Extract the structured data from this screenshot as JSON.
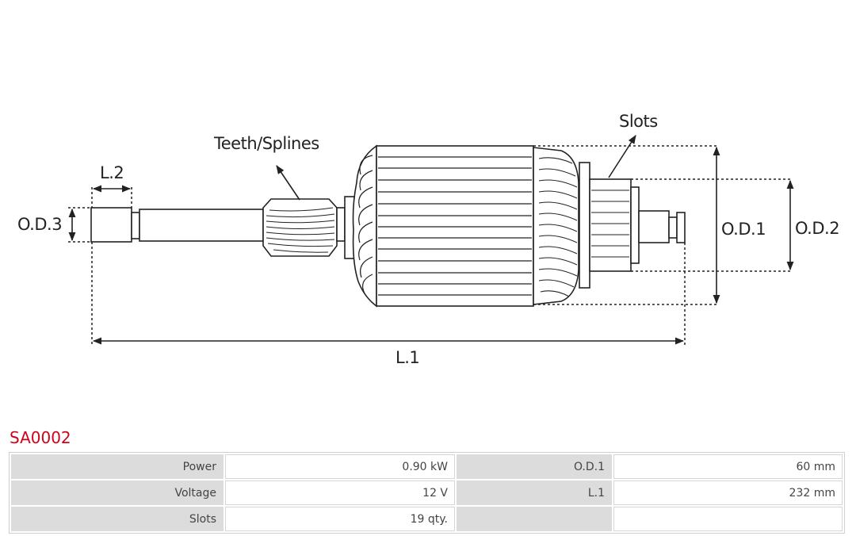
{
  "diagram": {
    "labels": {
      "teeth": "Teeth/Splines",
      "slots": "Slots",
      "l2": "L.2",
      "od3": "O.D.3",
      "od1": "O.D.1",
      "od2": "O.D.2",
      "l1": "L.1"
    }
  },
  "product": {
    "code": "SA0002",
    "colors": {
      "code": "#d0021b",
      "key_bg": "#dcdcdc"
    },
    "specs": [
      {
        "key1": "Power",
        "val1": "0.90 kW",
        "key2": "O.D.1",
        "val2": "60 mm"
      },
      {
        "key1": "Voltage",
        "val1": "12 V",
        "key2": "L.1",
        "val2": "232 mm"
      },
      {
        "key1": "Slots",
        "val1": "19 qty.",
        "key2": "",
        "val2": ""
      }
    ]
  }
}
